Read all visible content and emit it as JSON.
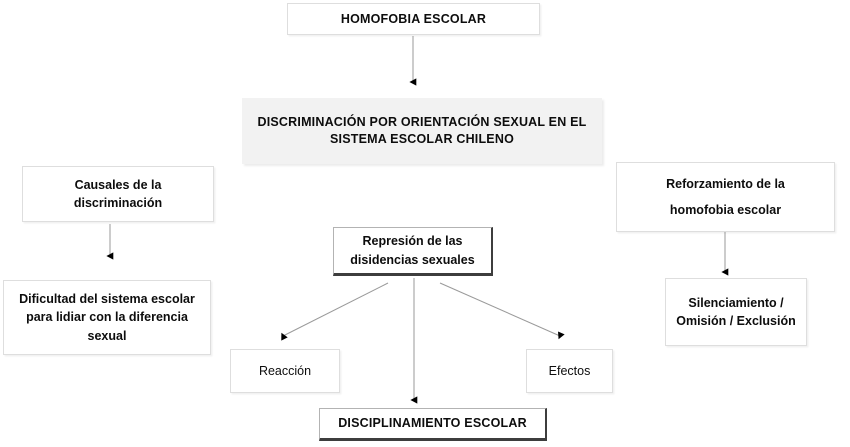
{
  "diagram": {
    "title": "HOMOFOBIA ESCOLAR",
    "background": "#ffffff",
    "text_color": "#0d0d0d",
    "filled_box_color": "#f2f2f2",
    "light_border_color": "#dedede",
    "strong_border_color": "#3d3d3d",
    "arrow_color": "#8c8c8c",
    "arrowhead_color": "#000000",
    "nodes": [
      {
        "id": "homofobia-escolar",
        "label": "HOMOFOBIA ESCOLAR"
      },
      {
        "id": "discriminacion",
        "label": "DISCRIMINACIÓN POR ORIENTACIÓN SEXUAL EN EL\nSISTEMA ESCOLAR CHILENO"
      },
      {
        "id": "causales",
        "label": "Causales de la discriminación"
      },
      {
        "id": "dificultad",
        "label": "Dificultad del sistema escolar\npara lidiar con la diferencia\nsexual"
      },
      {
        "id": "represion",
        "label": "Represión de las\ndisidencias sexuales"
      },
      {
        "id": "reaccion",
        "label": "Reacción"
      },
      {
        "id": "efectos",
        "label": "Efectos"
      },
      {
        "id": "disciplinamiento",
        "label": "DISCIPLINAMIENTO ESCOLAR"
      },
      {
        "id": "reforzamiento",
        "label": "Reforzamiento de la\nhomofobia  escolar"
      },
      {
        "id": "silenciamiento",
        "label": "Silenciamiento /\nOmisión / Exclusión"
      }
    ],
    "edges": [
      {
        "id": "edge-homofobia-discriminacion",
        "from": "homofobia-escolar",
        "to": "discriminacion"
      },
      {
        "id": "edge-causales-dificultad",
        "from": "causales",
        "to": "dificultad"
      },
      {
        "id": "edge-represion-reaccion",
        "from": "represion",
        "to": "reaccion"
      },
      {
        "id": "edge-represion-disciplinamiento",
        "from": "represion",
        "to": "disciplinamiento"
      },
      {
        "id": "edge-represion-efectos",
        "from": "represion",
        "to": "efectos"
      },
      {
        "id": "edge-reforzamiento-silenciamiento",
        "from": "reforzamiento",
        "to": "silenciamiento"
      }
    ]
  }
}
